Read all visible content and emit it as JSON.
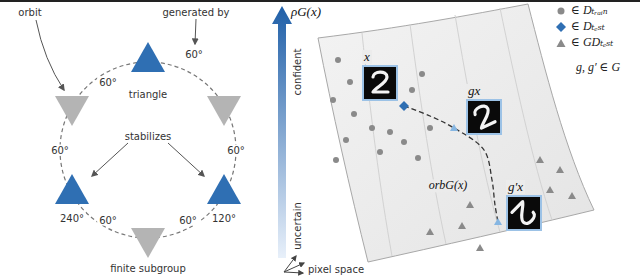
{
  "diagram": {
    "nodes": [
      {
        "text": [
          "x"
        ]
      },
      {
        "text": [
          "gx"
        ]
      },
      {
        "text": [
          "g′x"
        ]
      }
    ],
    "labels": [
      "orbit",
      "generated by",
      "60°",
      "triangle",
      "60°",
      "60°",
      "60°",
      "stabilizes",
      "240°",
      "120°",
      "60°",
      "60°",
      "finite subgroup",
      "ρG(x)",
      "confident",
      "uncertain",
      "orbG(x)",
      "pixel space",
      "g, g′ ∈ G"
    ],
    "legend": [
      {
        "text": "∈ Dₜᵣₐᵢₙ"
      },
      {
        "text": "∈ Dₜₑₛₜ"
      },
      {
        "text": "∈ GDₜₑₛₜ"
      }
    ]
  }
}
